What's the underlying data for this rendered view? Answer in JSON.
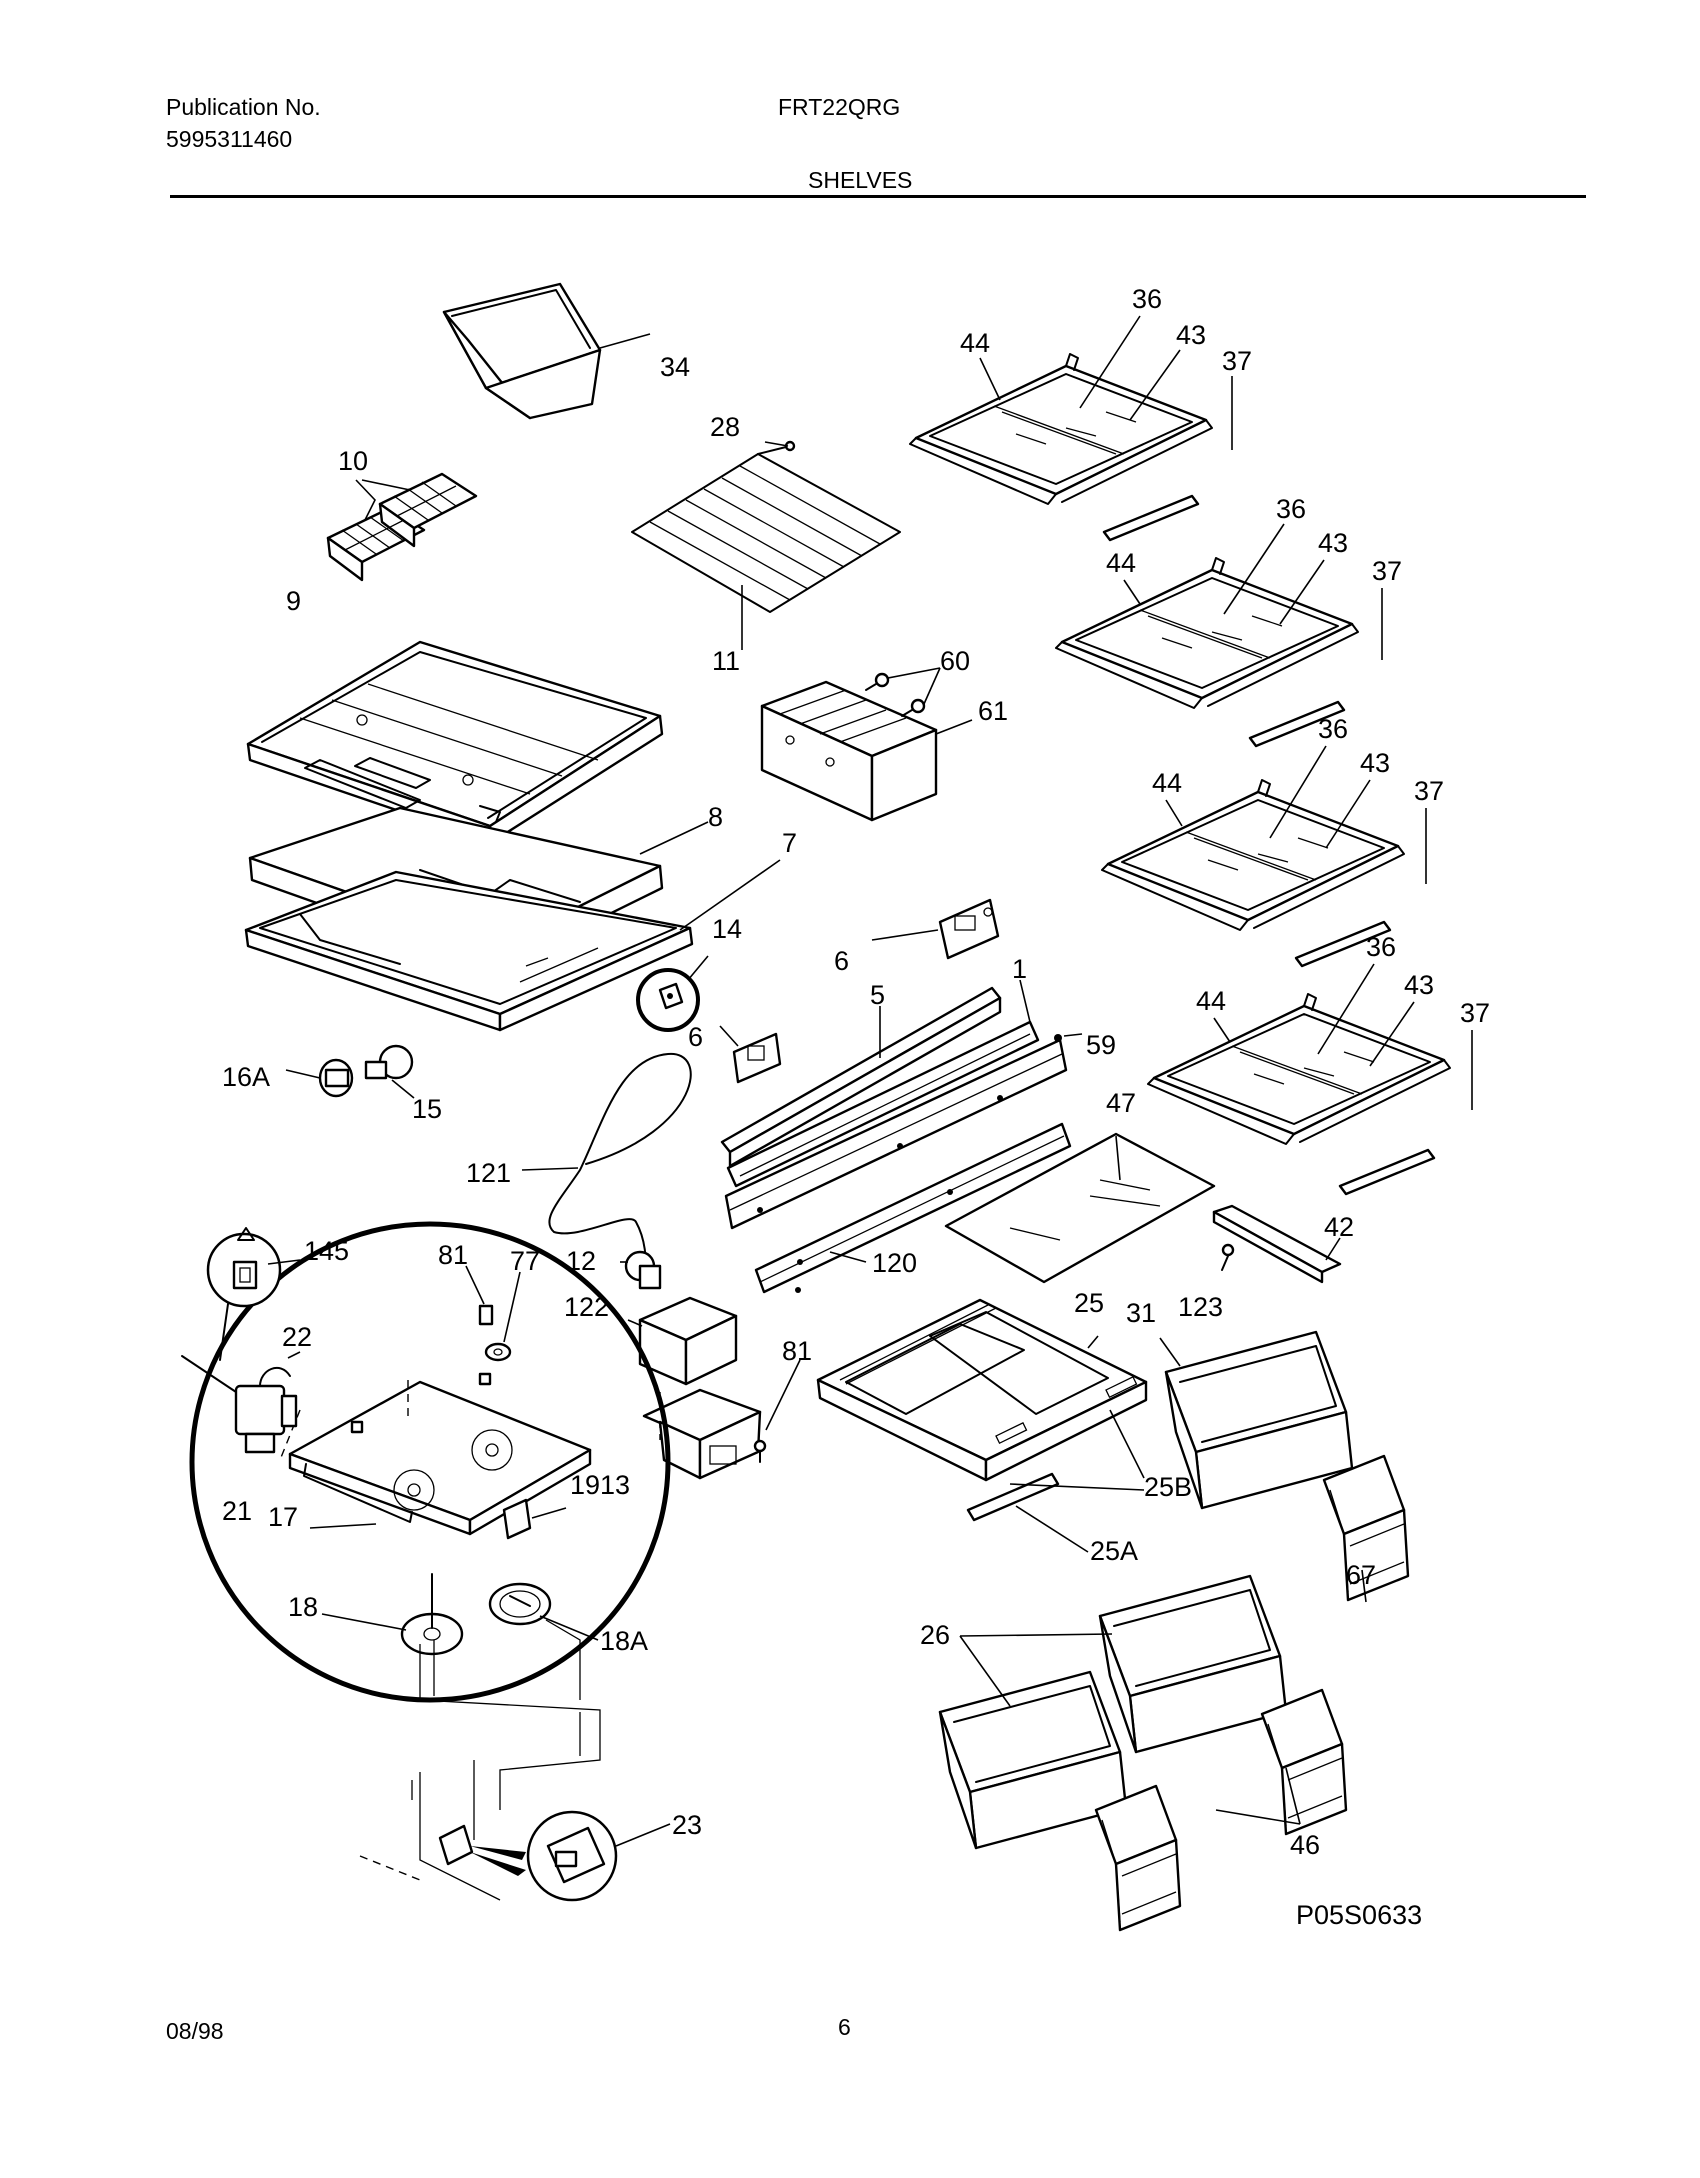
{
  "header": {
    "publication_label": "Publication No.",
    "publication_number": "5995311460",
    "model": "FRT22QRG",
    "section": "SHELVES"
  },
  "footer": {
    "date": "08/98",
    "page": "6",
    "drawing_number": "P05S0633"
  },
  "labels": {
    "l34": "34",
    "l28": "28",
    "l10": "10",
    "l11": "11",
    "l9": "9",
    "l60": "60",
    "l61": "61",
    "l8": "8",
    "l7": "7",
    "l14": "14",
    "l6a": "6",
    "l6b": "6",
    "l5": "5",
    "l1": "1",
    "l59": "59",
    "l16A": "16A",
    "l15": "15",
    "l121": "121",
    "l47": "47",
    "l81a": "81",
    "l77": "77",
    "l12": "12",
    "l145": "145",
    "l120": "120",
    "l42": "42",
    "l122": "122",
    "l123": "123",
    "l81b": "81",
    "l25": "25",
    "l31": "31",
    "l22": "22",
    "l1913": "1913",
    "l21": "21",
    "l17": "17",
    "l25B": "25B",
    "l25A": "25A",
    "l67": "67",
    "l18": "18",
    "l18A": "18A",
    "l26": "26",
    "l23": "23",
    "l46": "46",
    "s1_44": "44",
    "s1_36": "36",
    "s1_43": "43",
    "s1_37": "37",
    "s2_44": "44",
    "s2_36": "36",
    "s2_43": "43",
    "s2_37": "37",
    "s3_44": "44",
    "s3_36": "36",
    "s3_43": "43",
    "s3_37": "37",
    "s4_44": "44",
    "s4_36": "36",
    "s4_43": "43",
    "s4_37": "37"
  }
}
